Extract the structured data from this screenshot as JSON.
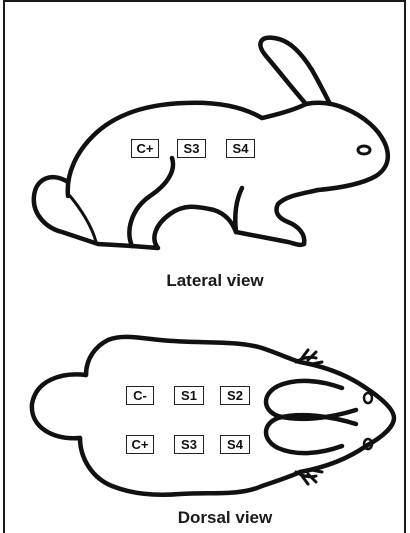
{
  "figure": {
    "lateral": {
      "caption": "Lateral view",
      "sites": [
        "C+",
        "S3",
        "S4"
      ]
    },
    "dorsal": {
      "caption": "Dorsal view",
      "sites_row1": [
        "C-",
        "S1",
        "S2"
      ],
      "sites_row2": [
        "C+",
        "S3",
        "S4"
      ]
    }
  }
}
